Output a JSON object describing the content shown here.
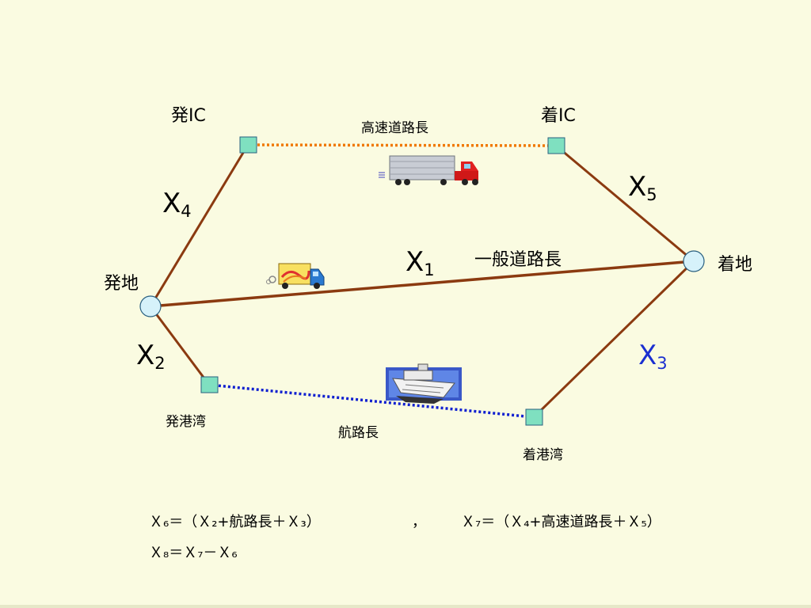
{
  "nodes": {
    "origin": "発地",
    "destination": "着地",
    "origin_ic": "発IC",
    "destination_ic": "着IC",
    "origin_port": "発港湾",
    "destination_port": "着港湾"
  },
  "edges": {
    "highway": "高速道路長",
    "general_road": "一般道路長",
    "sea_route": "航路長"
  },
  "variables": {
    "x1": {
      "base": "X",
      "sub": "1"
    },
    "x2": {
      "base": "X",
      "sub": "2"
    },
    "x3": {
      "base": "X",
      "sub": "3"
    },
    "x4": {
      "base": "X",
      "sub": "4"
    },
    "x5": {
      "base": "X",
      "sub": "5"
    }
  },
  "formulas": {
    "line1_left": "Ｘ₆＝（Ｘ₂+航路長＋Ｘ₃）",
    "separator": "，",
    "line1_right": "Ｘ₇＝（Ｘ₄+高速道路長＋Ｘ₅）",
    "line2": "Ｘ₈＝Ｘ₇－Ｘ₆"
  },
  "colors": {
    "background": "#fafbe1",
    "road_line": "#8b3a10",
    "highway_line": "#f07800",
    "sea_line": "#1020d0",
    "port_node_fill": "#7fe0c0",
    "endpoint_fill": "#d6f2fa",
    "x3_color": "#1a2fd0"
  },
  "icons": {
    "truck_large": "semi-truck-icon",
    "truck_small": "delivery-truck-icon",
    "ship": "ferry-ship-icon"
  }
}
